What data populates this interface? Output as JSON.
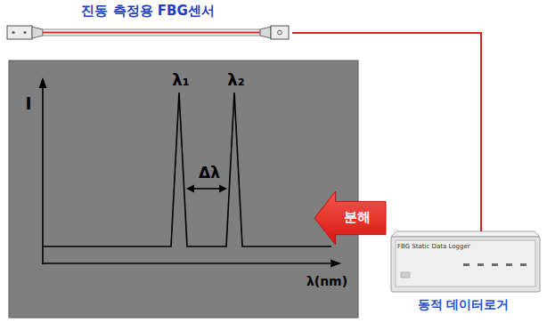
{
  "diagram": {
    "nodes": [
      {
        "text": [
          "진동 측정용 FBG센서"
        ]
      },
      {
        "text": [
          "I",
          "λ₁",
          "λ₂",
          "Δλ",
          "λ(nm)"
        ]
      },
      {
        "text": [
          "분해"
        ]
      },
      {
        "text": [
          "FBG Static Data Logger",
          "동적 데이터로거"
        ]
      }
    ],
    "edges": [
      {
        "from": 0,
        "to": 3,
        "arrow": "none"
      }
    ]
  }
}
